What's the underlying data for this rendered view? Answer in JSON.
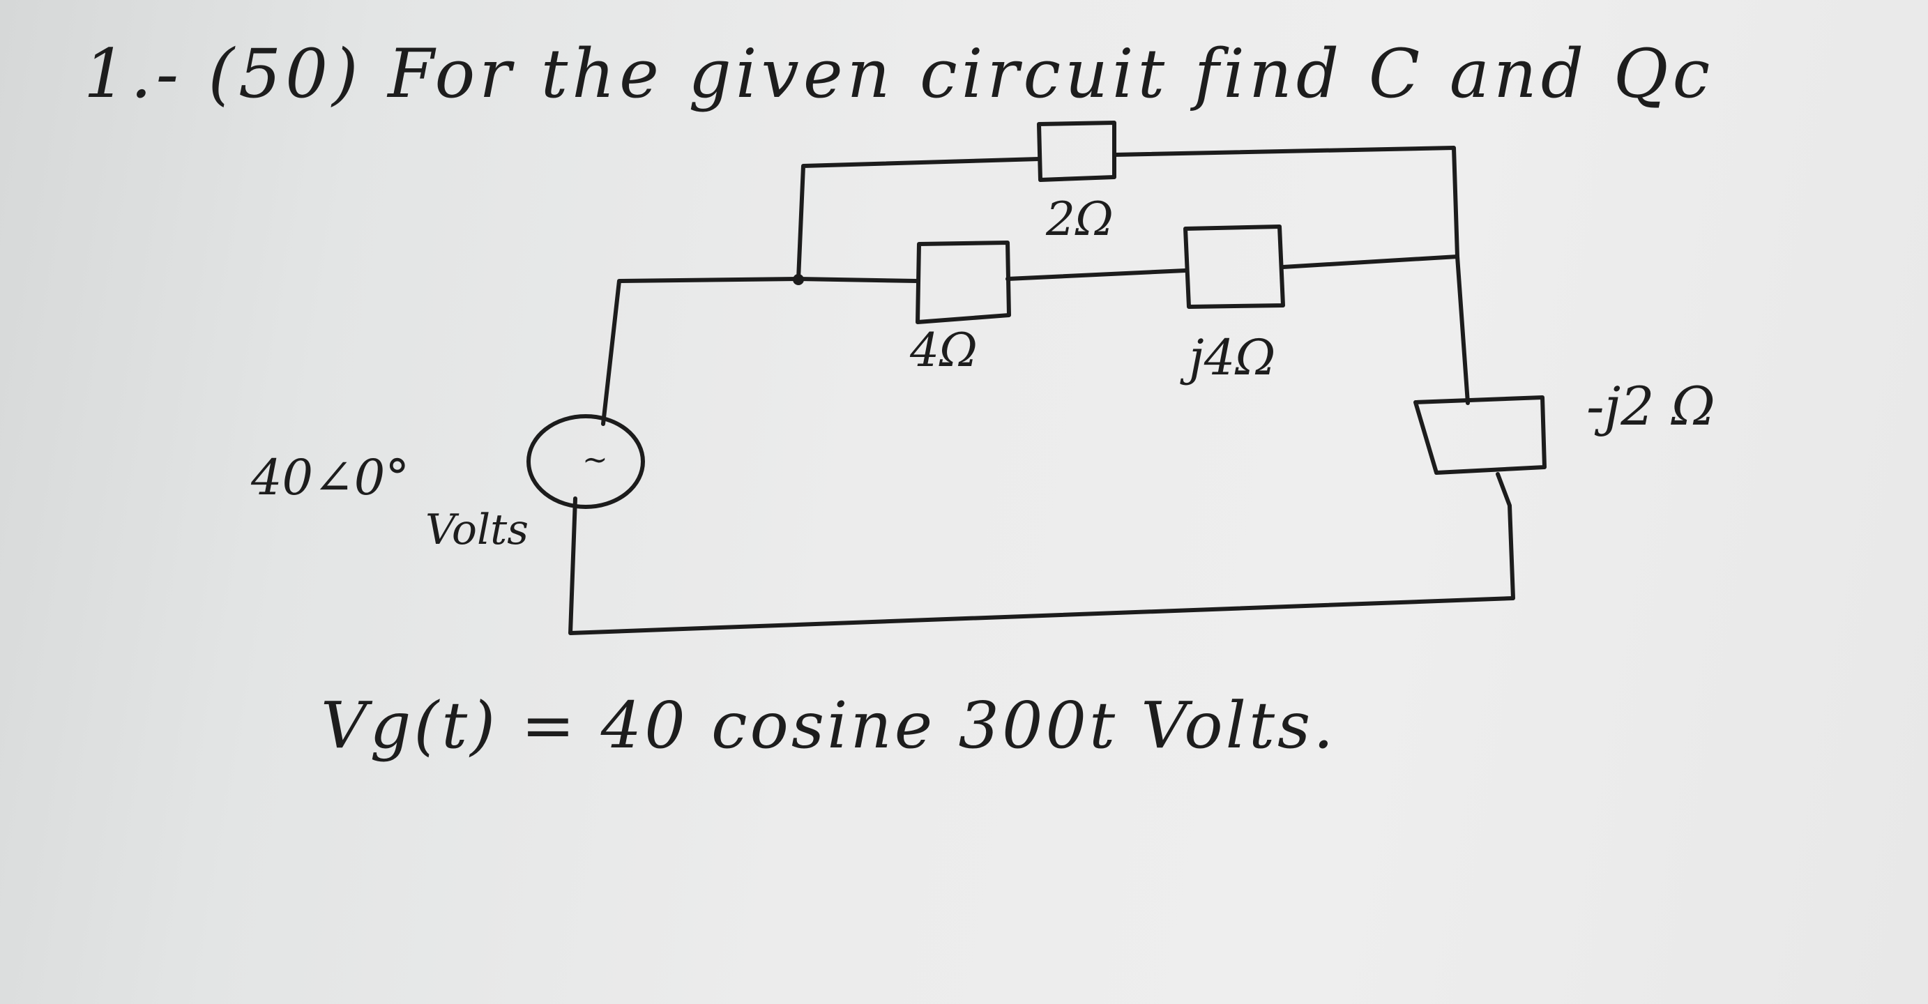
{
  "problem": {
    "title": "1.- (50) For the given circuit find C and Qc",
    "equation": "Vg(t) = 40 cosine 300t Volts."
  },
  "components": {
    "r_top": "2Ω",
    "r_mid": "4Ω",
    "inductor": "j4Ω",
    "capacitor": "-j2 Ω"
  },
  "source": {
    "phasor": "40∠0°",
    "unit": "Volts",
    "symbol": "~"
  }
}
